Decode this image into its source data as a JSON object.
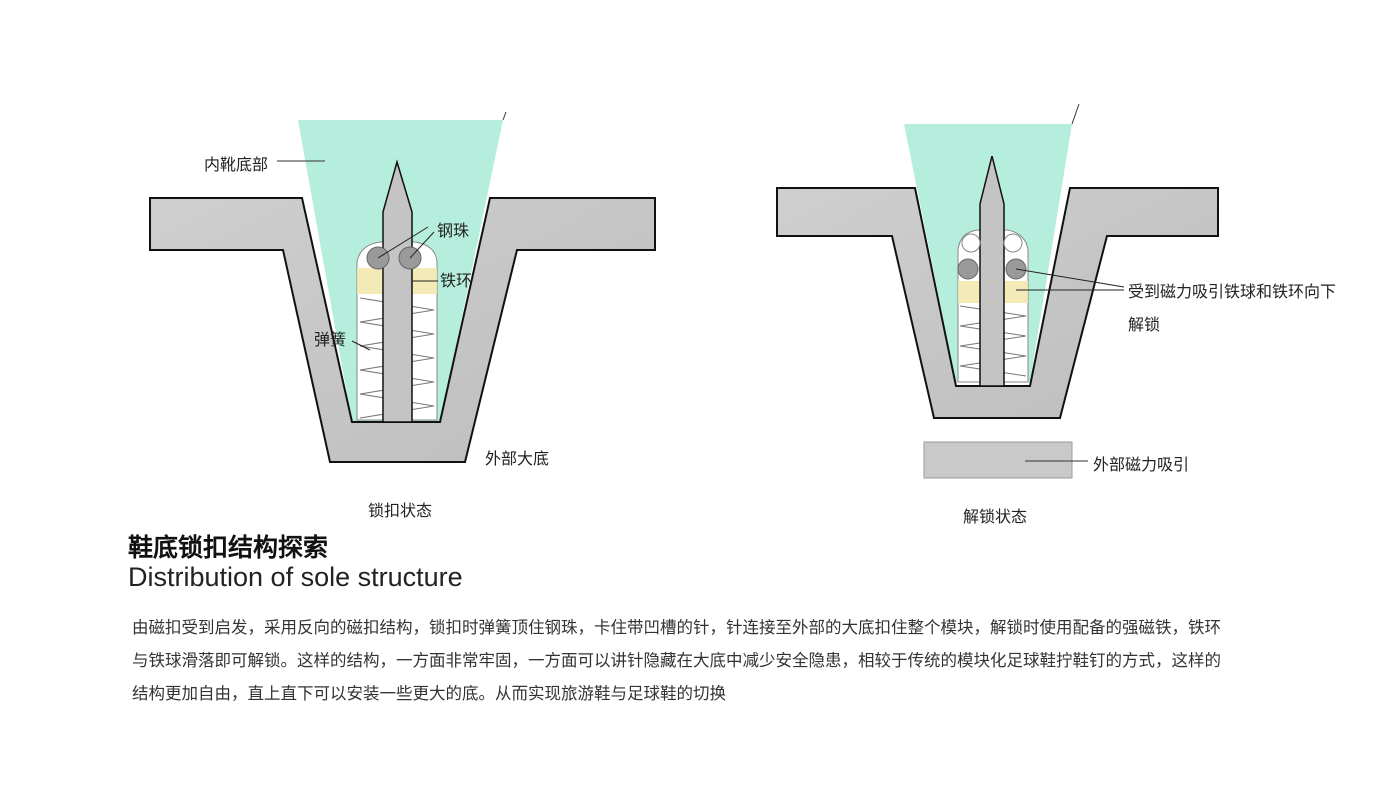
{
  "locked": {
    "inner_sole_label": "内靴底部",
    "steel_ball_label": "钢珠",
    "iron_ring_label": "铁环",
    "spring_label": "弹簧",
    "outer_sole_label": "外部大底",
    "caption": "锁扣状态"
  },
  "unlocked": {
    "annotation_line1": "受到磁力吸引铁球和铁环向下",
    "annotation_line2": "解锁",
    "magnet_label": "外部磁力吸引",
    "caption": "解锁状态"
  },
  "title_cn": "鞋底锁扣结构探索",
  "title_en": "Distribution of sole structure",
  "paragraph": [
    "由磁扣受到启发，采用反向的磁扣结构，锁扣时弹簧顶住钢珠，卡住带凹槽的针，针连接至外部的大底扣住整个模块，解锁时使用配备的强磁铁，铁环",
    "与铁球滑落即可解锁。这样的结构，一方面非常牢固，一方面可以讲针隐藏在大底中减少安全隐患，相较于传统的模块化足球鞋拧鞋钉的方式，这样的",
    "结构更加自由，直上直下可以安装一些更大的底。从而实现旅游鞋与足球鞋的切换"
  ],
  "colors": {
    "teal": "#b5eedd",
    "gray": "#c4c4c4",
    "yellow": "#f2e8b0",
    "ball": "#9a9a9a"
  }
}
